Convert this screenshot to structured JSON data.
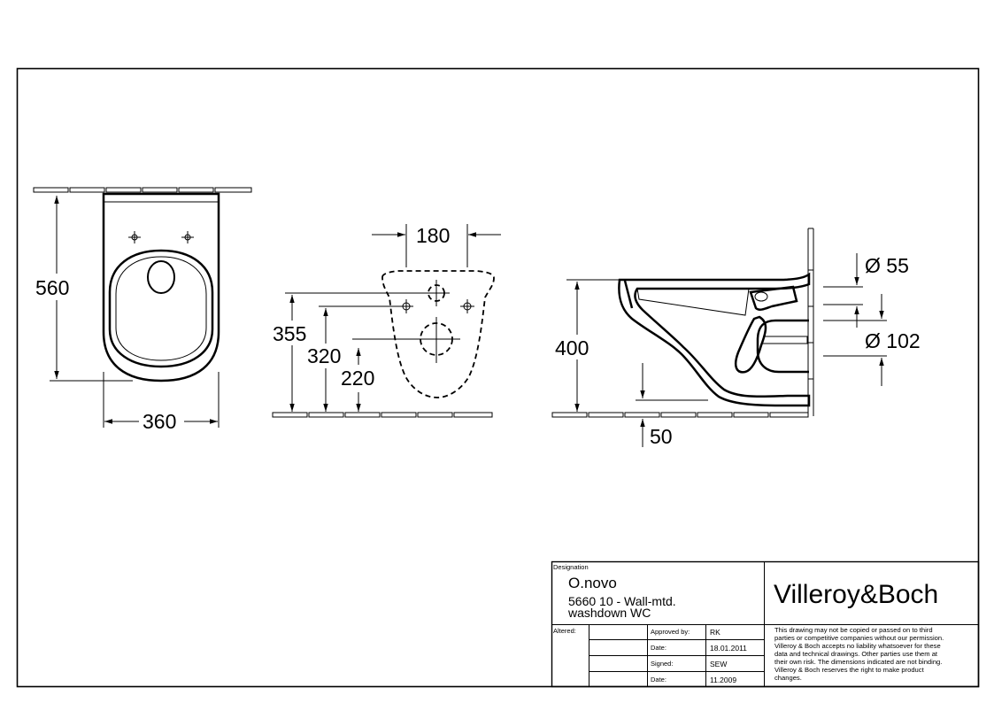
{
  "views": {
    "top_view": {
      "dim_depth": "560",
      "dim_width": "360"
    },
    "rear_view": {
      "dim_fixing_spacing": "180",
      "dim_355": "355",
      "dim_320": "320",
      "dim_220": "220"
    },
    "side_view": {
      "dim_height": "400",
      "dim_outlet_offset": "50",
      "dim_inlet_diameter": "Ø 55",
      "dim_outlet_diameter": "Ø 102"
    }
  },
  "title_block": {
    "designation_label": "Designation",
    "product_name": "O.novo",
    "description_line1": "5660 10 - Wall-mtd.",
    "description_line2": "washdown WC",
    "altered_label": "Altered:",
    "approved_by_label": "Approved by:",
    "approved_by_value": "RK",
    "date_label_1": "Date:",
    "date_value_1": "18.01.2011",
    "signed_label": "Signed:",
    "signed_value": "SEW",
    "date_label_2": "Date:",
    "date_value_2": "11.2009",
    "brand": "Villeroy&Boch",
    "disclaimer_lines": [
      "This drawing may not be copied or passed on to third",
      "parties or competitive companies without our permission.",
      "Villeroy & Boch accepts no liability whatsoever for these",
      "data and technical drawings. Other parties use them at",
      "their own risk. The dimensions indicated are not binding.",
      "Villeroy & Boch reserves the right to make product",
      "changes."
    ]
  }
}
